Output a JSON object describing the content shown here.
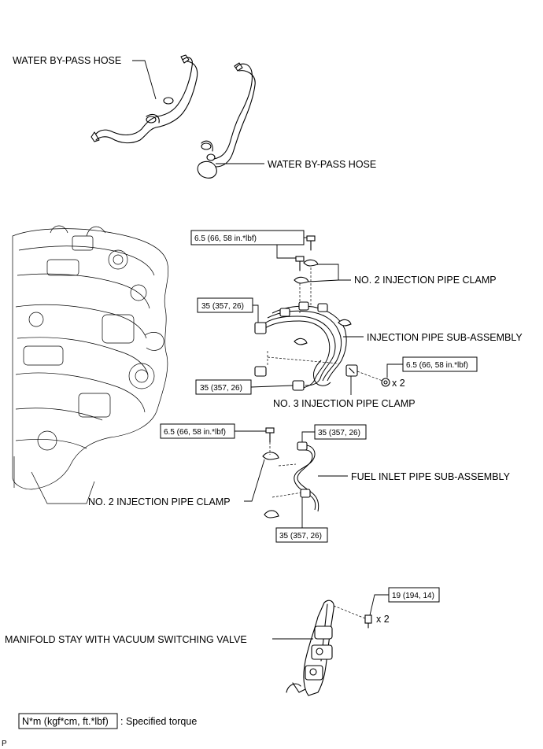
{
  "labels": {
    "water_hose_1": "WATER BY-PASS HOSE",
    "water_hose_2": "WATER BY-PASS HOSE",
    "no2_clamp_top": "NO. 2 INJECTION PIPE CLAMP",
    "injection_pipe": "INJECTION PIPE SUB-ASSEMBLY",
    "no3_clamp": "NO. 3 INJECTION PIPE CLAMP",
    "fuel_inlet_pipe": "FUEL INLET PIPE SUB-ASSEMBLY",
    "no2_clamp_bottom": "NO. 2 INJECTION PIPE CLAMP",
    "manifold_stay": "MANIFOLD STAY WITH VACUUM SWITCHING VALVE"
  },
  "torques": {
    "clamp_bolt_top": "6.5 (66, 58 in.*lbf)",
    "pipe_upper": "35 (357, 26)",
    "clamp_nut": "6.5 (66, 58 in.*lbf)",
    "pipe_lower": "35 (357, 26)",
    "clamp_bolt_bottom": "6.5 (66, 58 in.*lbf)",
    "inlet_upper": "35 (357, 26)",
    "inlet_lower": "35 (357, 26)",
    "stay_bolt": "19 (194, 14)"
  },
  "quantities": {
    "nut": "x 2",
    "stay_bolt": "x 2"
  },
  "legend": {
    "units_box": "N*m (kgf*cm, ft.*lbf)",
    "description": ": Specified torque"
  },
  "corner_mark": "P"
}
